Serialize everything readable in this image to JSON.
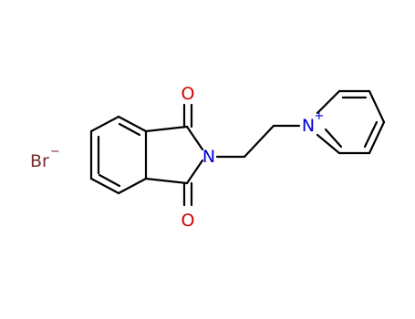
{
  "molecule": {
    "atoms": {
      "o_top": "O",
      "o_bottom": "O",
      "n_imide": "N",
      "n_pyridinium": "N",
      "bromide": "Br"
    },
    "charges": {
      "pyridinium": "+",
      "bromide": "−"
    },
    "colors": {
      "bond": "#000000",
      "oxygen": "#d40000",
      "nitrogen": "#0000d4",
      "bromine": "#7a2b2b"
    }
  }
}
